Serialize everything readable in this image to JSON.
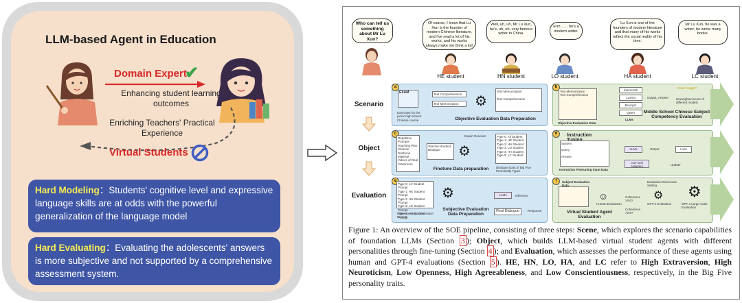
{
  "left_panel": {
    "title": "LLM-based Agent in Education",
    "domain_expert": "Domain Expert",
    "enhancing_line1": "Enhancing student learning",
    "enhancing_line2": "outcomes",
    "enriching_line1": "Enriching Teachers' Practical",
    "enriching_line2": "Experience",
    "virtual_students": "Virtual Students",
    "hard_modeling_label": "Hard Modeling",
    "hard_modeling_sep": "：",
    "hard_modeling_text": "Students' cognitive level and expressive language skills are at odds with the powerful generalization of the language model",
    "hard_evaluating_label": "Hard Evaluating",
    "hard_evaluating_sep": "：",
    "hard_evaluating_text": "Evaluating the adolescents' answers is more subjective and not supported by a comprehensive assessment system."
  },
  "figure": {
    "bubbles": [
      "Who can tell us something about Mr Lu Xun?",
      "Of course, I know that Lu Xun is the founder of modern Chinese literature, and I've read a lot of his works, and his works always make me think a lot!",
      "Well, uh, uh, Mr Lu Xun, he's, uh, uh, very famous writer in China.",
      "Erm ...... he's a modern writer.",
      "Lu Xun is one of the founders of modern literature and that many of his works reflect the social reality of his time.",
      "Mr Lu Xun, he was a writer, he wrote many books."
    ],
    "students": [
      "HE student",
      "HN student",
      "LO student",
      "HA student",
      "LC student"
    ],
    "rows": [
      "Scenario",
      "Object",
      "Evaluation"
    ],
    "panel_letters": [
      "a",
      "b",
      "c",
      "d",
      "e",
      "f"
    ],
    "a_caption": "Objective Evaluation Data Preparation",
    "a_items": [
      "Text Comprehension",
      "Text Memorization",
      "Text Memorization",
      "Text Comprehension",
      "Exercises for the junior high school Chinese course"
    ],
    "a_exam": "EXAM",
    "b_items": [
      "Text Memorization",
      "Text Comprehension",
      "InternLM2",
      "LLama",
      "Minicpm",
      "Qwen",
      "Output_Answer",
      "Unweighted score of different models",
      "Reach target?",
      "Objective Evaluation Data",
      "LLMs"
    ],
    "b_caption": "Middle School Chinese Subject Competency Evaluation",
    "c_caption": "Finetune Data preparation",
    "c_items": [
      "Repetitive Prompts",
      "Teaching Plan",
      "Chinese Textbook Material",
      "Videos of Real Classroom",
      "Teacher-Student Dialogue",
      "Expert Revision",
      "Type 0: All Student",
      "Type 1: HE Student",
      "Type 2: HN Student",
      "Type 3: LO Student",
      "Type 4: HA Student",
      "Type 5: LC Student",
      "Dialogue Data of Big Five Personality Types"
    ],
    "d_title": "Instruction Tuning",
    "d_items": [
      "System",
      "Query",
      "Answer",
      "LLMs",
      "Output",
      "Loss",
      "Low-rank Adapters",
      "Update",
      "Instruction Finetuning Input Data"
    ],
    "e_caption": "Subjective Evaluation Data Preparation",
    "e_items": [
      "Type 0: LC Student Prompt",
      "Type 1: HE Student Prompt",
      "Type 2: HN Student Prompt",
      "Type 3: LO Student Prompt",
      "Type 4: HA Student Prompt",
      "Inference Data Generation Prompt",
      "LLMs",
      "Inference",
      "Real Dialogue",
      "Response"
    ],
    "f_items": [
      "Subject Evaluation Data",
      "Human Evaluation",
      "GPT-4 Evaluation",
      "Coherence >0.6?",
      "Coherence >0.6?",
      "Evaluation Dimension Setting",
      "GPT-4 Large-scale Evaluation"
    ],
    "f_caption": "Virtual Student Agent Evaluation",
    "caption_segments": [
      {
        "t": "Figure 1: An overview of the SOE pipeline, consisting of three steps: ",
        "s": "n"
      },
      {
        "t": "Scene",
        "s": "b"
      },
      {
        "t": ", which explores the scenario capabilities of foundation LLMs (Section ",
        "s": "n"
      },
      {
        "t": "3",
        "s": "r"
      },
      {
        "t": "); ",
        "s": "n"
      },
      {
        "t": "Object",
        "s": "b"
      },
      {
        "t": ", which builds LLM-based virtual student agents with different personalities through fine-tuning (Section ",
        "s": "n"
      },
      {
        "t": "4",
        "s": "r"
      },
      {
        "t": "); and ",
        "s": "n"
      },
      {
        "t": "Evaluation",
        "s": "b"
      },
      {
        "t": ", which assesses the performance of these agents using human and GPT-4 evaluations (Section ",
        "s": "n"
      },
      {
        "t": "5",
        "s": "r"
      },
      {
        "t": "). ",
        "s": "n"
      },
      {
        "t": "HE",
        "s": "b"
      },
      {
        "t": ", ",
        "s": "n"
      },
      {
        "t": "HN",
        "s": "b"
      },
      {
        "t": ", ",
        "s": "n"
      },
      {
        "t": "LO",
        "s": "b"
      },
      {
        "t": ", ",
        "s": "n"
      },
      {
        "t": "HA",
        "s": "b"
      },
      {
        "t": ", and ",
        "s": "n"
      },
      {
        "t": "LC",
        "s": "b"
      },
      {
        "t": " refer to ",
        "s": "n"
      },
      {
        "t": "High Extraversion",
        "s": "b"
      },
      {
        "t": ", ",
        "s": "n"
      },
      {
        "t": "High Neuroticism",
        "s": "b"
      },
      {
        "t": ", ",
        "s": "n"
      },
      {
        "t": "Low Openness",
        "s": "b"
      },
      {
        "t": ", ",
        "s": "n"
      },
      {
        "t": "High Agreeableness",
        "s": "b"
      },
      {
        "t": ", and ",
        "s": "n"
      },
      {
        "t": "Low Conscientiousness",
        "s": "b"
      },
      {
        "t": ", respectively, in the Big Five personality traits.",
        "s": "n"
      }
    ]
  },
  "colors": {
    "panel_bg": "#f6dfcb",
    "accent_red": "#d62a2a",
    "hard_box_blue": "#3f56a6",
    "hard_label_yellow": "#f7ec52",
    "figure_blue": "#d3e6f4",
    "figure_green": "#e2ecd7"
  }
}
